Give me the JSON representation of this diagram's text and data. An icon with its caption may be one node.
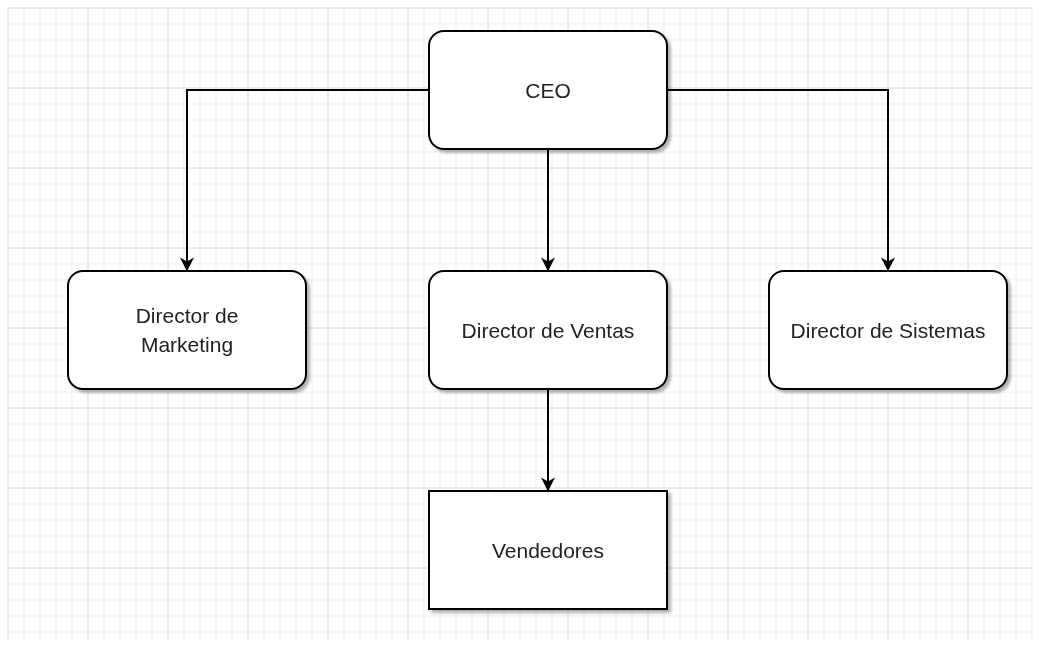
{
  "diagram": {
    "nodes": [
      {
        "text": [
          "CEO"
        ]
      },
      {
        "text": [
          "Director de Marketing"
        ]
      },
      {
        "text": [
          "Director de Ventas"
        ]
      },
      {
        "text": [
          "Director de Sistemas"
        ]
      },
      {
        "text": [
          "Vendedores"
        ]
      }
    ],
    "edges": [
      {
        "from": 0,
        "to": 1,
        "arrow": "to"
      },
      {
        "from": 0,
        "to": 2,
        "arrow": "to"
      },
      {
        "from": 0,
        "to": 3,
        "arrow": "to"
      },
      {
        "from": 2,
        "to": 4,
        "arrow": "to"
      }
    ]
  }
}
